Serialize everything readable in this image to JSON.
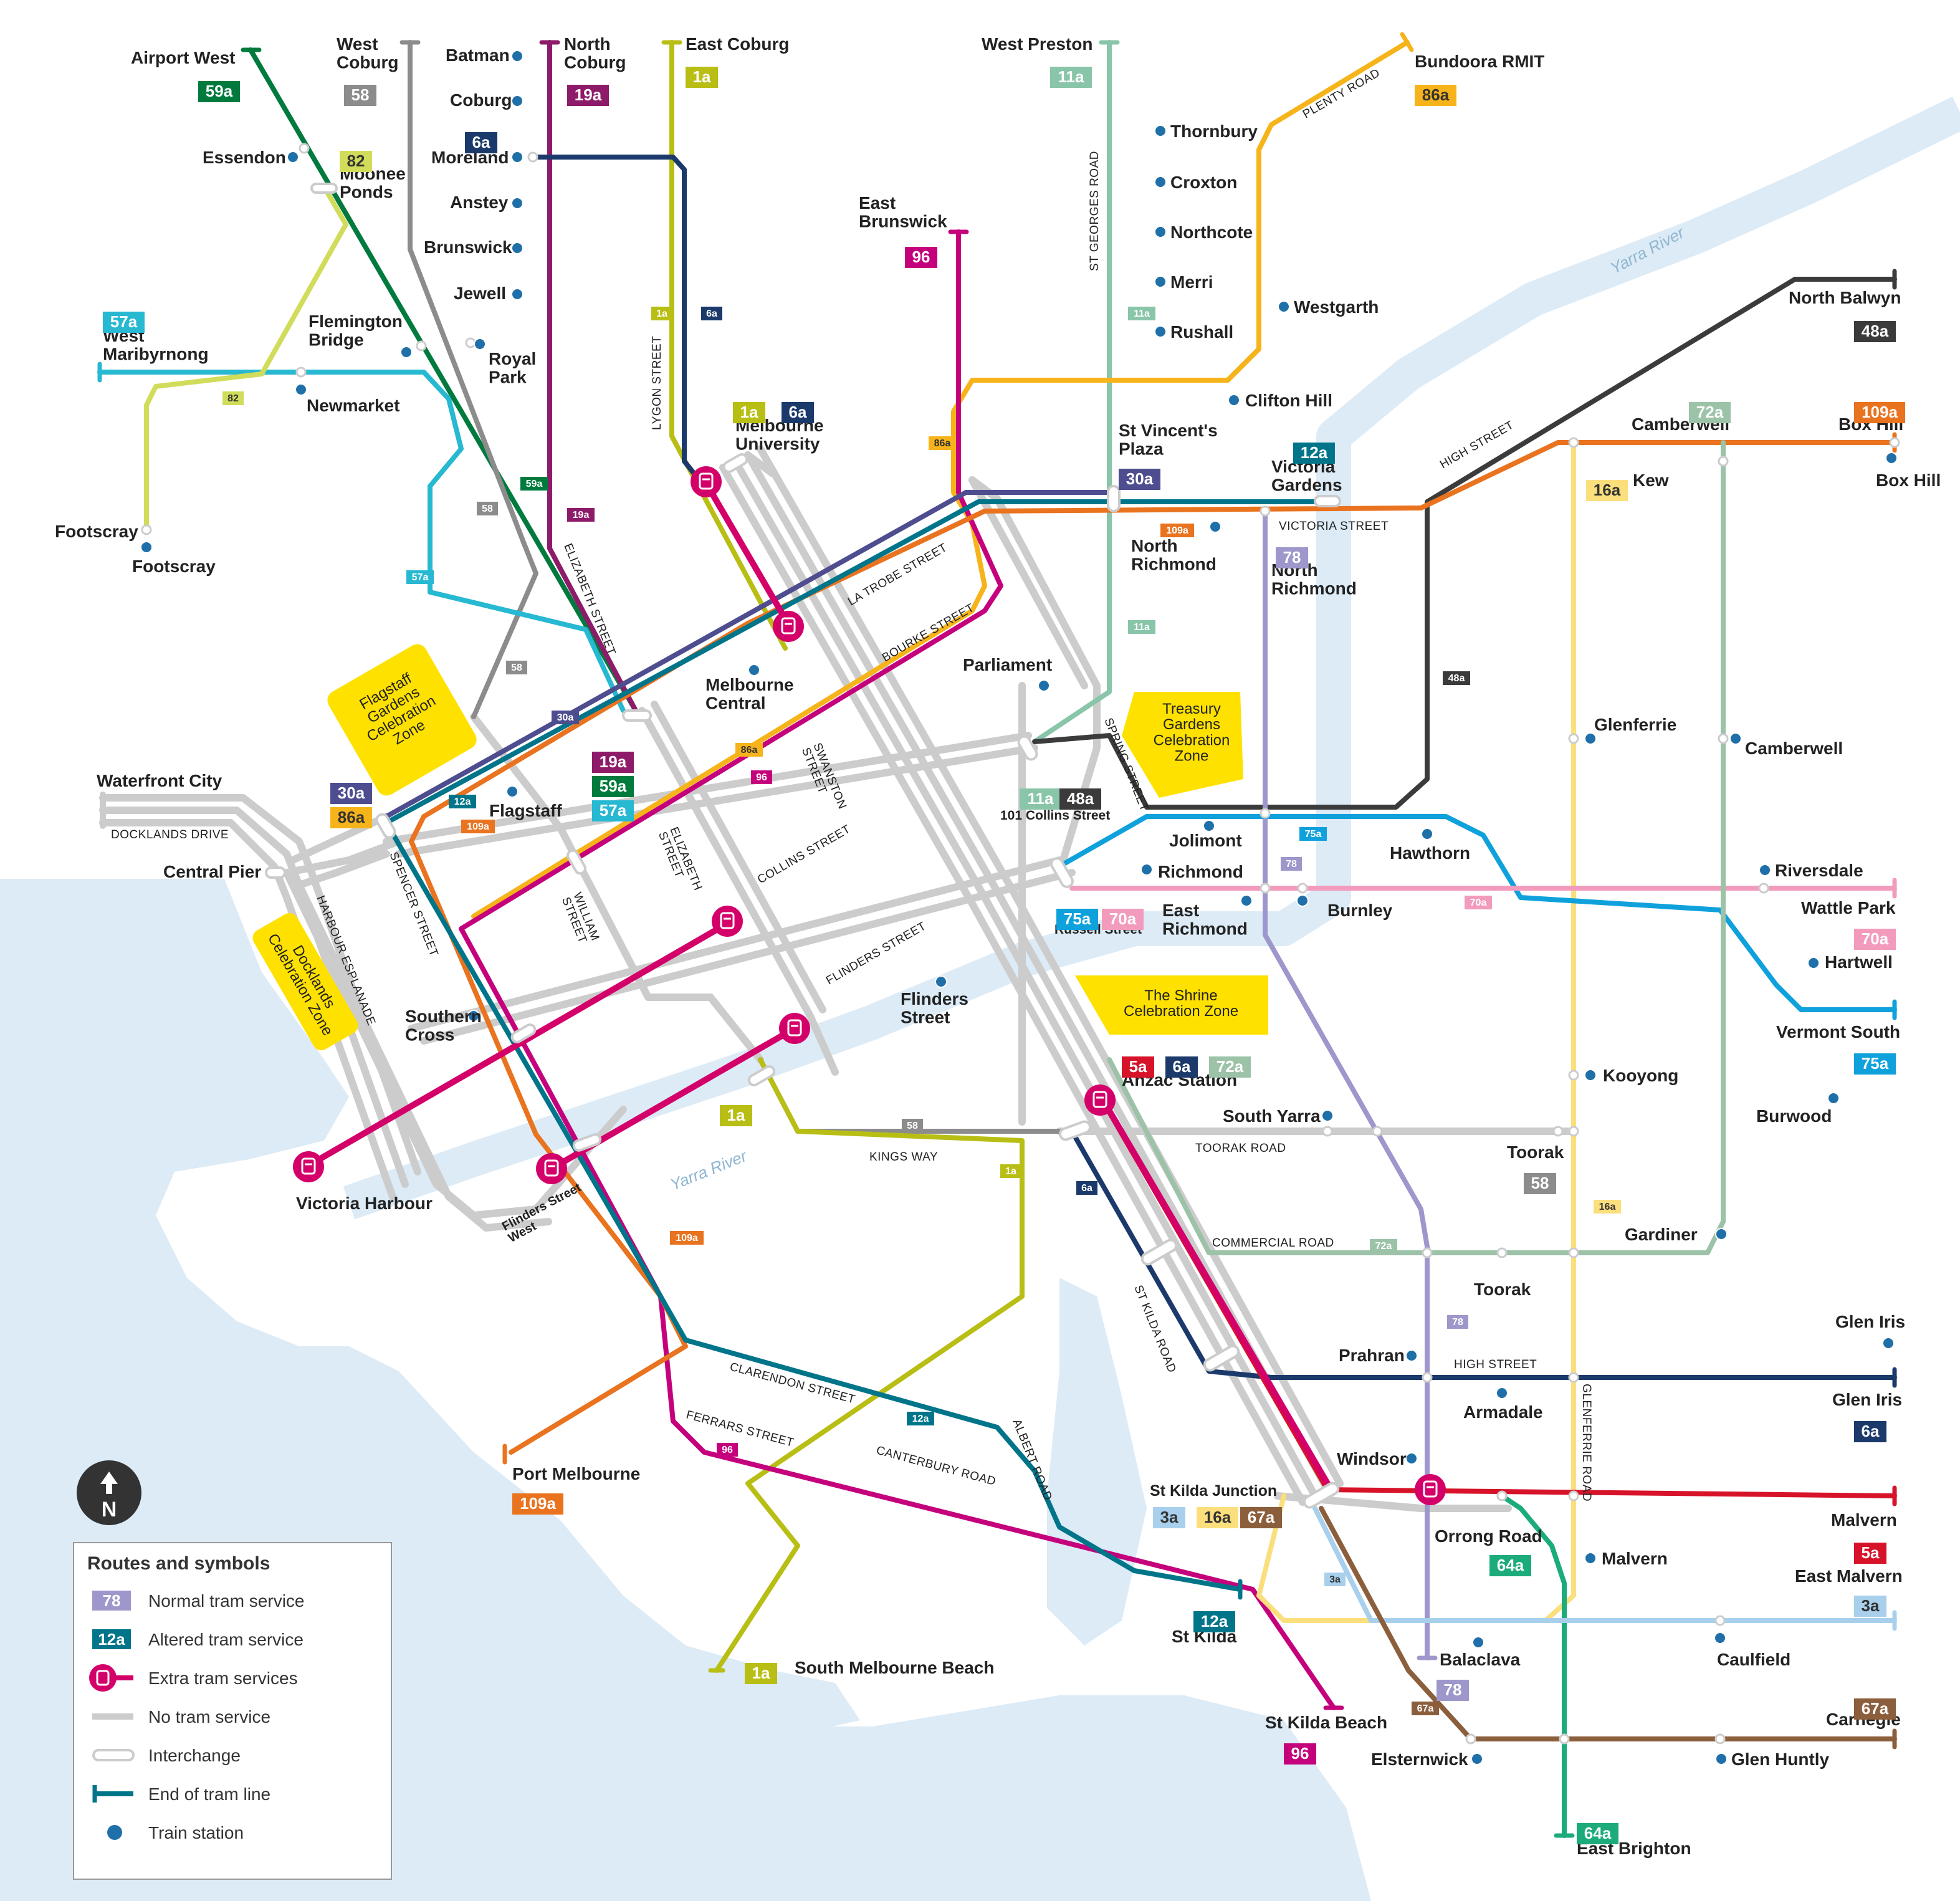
{
  "colors": {
    "water": "#dcebf6",
    "river": "#dcebf6",
    "no_service": "#cccccc",
    "train_station": "#1f6fa8",
    "zone": "#ffe100",
    "extra": "#d4006a"
  },
  "lines": {
    "59a": "#007a3d",
    "58": "#8c8c8c",
    "19a": "#8e1b69",
    "1a": "#b8be14",
    "6a": "#1b3a6b",
    "96": "#c5007c",
    "11a": "#89c5a9",
    "86a": "#f6b41a",
    "57a": "#27b8d2",
    "82": "#d1dc5a",
    "48a": "#3b3b3b",
    "72a": "#9cc2a8",
    "109a": "#e9731f",
    "12a": "#00758a",
    "30a": "#4e4d8f",
    "78": "#9d97cb",
    "16a": "#fbdf7d",
    "75a": "#0fa1dc",
    "70a": "#f29bbd",
    "5a": "#d7132a",
    "64a": "#1cab7a",
    "3a": "#a8d0ec",
    "67a": "#8b5e3c",
    "35": "#6b4c2b"
  },
  "stations": {
    "airport_west": "Airport West",
    "west_coburg": "West\nCoburg",
    "batman": "Batman",
    "north_coburg": "North\nCoburg",
    "east_coburg": "East Coburg",
    "west_preston": "West Preston",
    "bundoora": "Bundoora RMIT",
    "coburg": "Coburg",
    "moreland": "Moreland",
    "anstey": "Anstey",
    "brunswick": "Brunswick",
    "jewell": "Jewell",
    "essendon": "Essendon",
    "moonee_ponds": "Moonee\nPonds",
    "thornbury": "Thornbury",
    "croxton": "Croxton",
    "northcote": "Northcote",
    "merri": "Merri",
    "rushall": "Rushall",
    "westgarth": "Westgarth",
    "clifton_hill": "Clifton Hill",
    "east_brunswick": "East\nBrunswick",
    "west_maribyrnong": "West\nMaribyrnong",
    "flemington_bridge": "Flemington\nBridge",
    "royal_park": "Royal\nPark",
    "newmarket": "Newmarket",
    "footscray_top": "Footscray",
    "footscray": "Footscray",
    "melbourne_university": "Melbourne\nUniversity",
    "st_vincents": "St Vincent's\nPlaza",
    "victoria_gardens": "Victoria\nGardens",
    "north_balwyn": "North Balwyn",
    "camberwell_top": "Camberwell",
    "box_hill_end": "Box Hill",
    "box_hill": "Box Hill",
    "kew": "Kew",
    "north_richmond_a": "North\nRichmond",
    "north_richmond_b": "North\nRichmond",
    "melbourne_central": "Melbourne\nCentral",
    "parliament": "Parliament",
    "flagstaff": "Flagstaff",
    "waterfront_city": "Waterfront City",
    "central_pier": "Central Pier",
    "glenferrie": "Glenferrie",
    "camberwell": "Camberwell",
    "jolimont": "Jolimont",
    "hawthorn": "Hawthorn",
    "richmond": "Richmond",
    "riversdale": "Riversdale",
    "east_richmond": "East\nRichmond",
    "burnley": "Burnley",
    "wattle_park": "Wattle Park",
    "hartwell": "Hartwell",
    "vermont_south": "Vermont South",
    "southern_cross": "Southern\nCross",
    "flinders_street": "Flinders\nStreet",
    "anzac": "Anzac Station",
    "kooyong": "Kooyong",
    "burwood": "Burwood",
    "south_yarra": "South Yarra",
    "toorak_rd_end": "Toorak",
    "victoria_harbour": "Victoria Harbour",
    "flinders_st_west": "Flinders Street\nWest",
    "gardiner": "Gardiner",
    "toorak": "Toorak",
    "glen_iris_stn": "Glen Iris",
    "glen_iris": "Glen Iris",
    "prahran": "Prahran",
    "armadale": "Armadale",
    "port_melbourne": "Port Melbourne",
    "windsor": "Windsor",
    "st_kilda_junction": "St Kilda Junction",
    "malvern_end": "Malvern",
    "orrong_road": "Orrong Road",
    "malvern": "Malvern",
    "east_malvern": "East Malvern",
    "st_kilda": "St Kilda",
    "balaclava": "Balaclava",
    "caulfield": "Caulfield",
    "carnegie": "Carnegie",
    "south_melbourne_beach": "South Melbourne Beach",
    "st_kilda_beach": "St Kilda Beach",
    "elsternwick": "Elsternwick",
    "glen_huntly": "Glen Huntly",
    "east_brighton": "East Brighton",
    "collins_101": "101 Collins Street",
    "russell_street": "Russell Street"
  },
  "streets": {
    "lygon": "LYGON STREET",
    "elizabeth_n": "ELIZABETH STREET",
    "st_georges": "ST GEORGES ROAD",
    "plenty": "PLENTY ROAD",
    "high_n": "HIGH STREET",
    "victoria": "VICTORIA STREET",
    "la_trobe": "LA TROBE STREET",
    "bourke": "BOURKE STREET",
    "swanston": "SWANSTON\nSTREET",
    "spring": "SPRING STREET",
    "docklands": "DOCKLANDS DRIVE",
    "collins": "COLLINS STREET",
    "elizabeth_s": "ELIZABETH\nSTREET",
    "william": "WILLIAM\nSTREET",
    "spencer": "SPENCER STREET",
    "harbour": "HARBOUR ESPLANADE",
    "flinders": "FLINDERS STREET",
    "kings_way": "KINGS WAY",
    "toorak_road": "TOORAK ROAD",
    "commercial": "COMMERCIAL ROAD",
    "st_kilda_road": "ST KILDA ROAD",
    "high_s": "HIGH STREET",
    "glenferrie": "GLENFERRIE ROAD",
    "clarendon": "CLARENDON STREET",
    "ferrars": "FERRARS STREET",
    "canterbury": "CANTERBURY ROAD",
    "albert": "ALBERT ROAD"
  },
  "zones": {
    "flagstaff": "Flagstaff\nGardens\nCelebration\nZone",
    "treasury": "Treasury\nGardens\nCelebration\nZone",
    "shrine": "The Shrine\nCelebration Zone",
    "docklands": "Docklands\nCelebration Zone"
  },
  "river_label": "Yarra River",
  "compass": "N",
  "legend": {
    "title": "Routes and symbols",
    "items": [
      {
        "symbol": "badge",
        "badge": "78",
        "color": "#9d97cb",
        "label": "Normal tram service"
      },
      {
        "symbol": "badge",
        "badge": "12a",
        "color": "#00758a",
        "label": "Altered tram service"
      },
      {
        "symbol": "extra",
        "label": "Extra tram services"
      },
      {
        "symbol": "none",
        "label": "No tram service"
      },
      {
        "symbol": "interchange",
        "label": "Interchange"
      },
      {
        "symbol": "end",
        "label": "End of tram line"
      },
      {
        "symbol": "train",
        "label": "Train station"
      }
    ]
  }
}
